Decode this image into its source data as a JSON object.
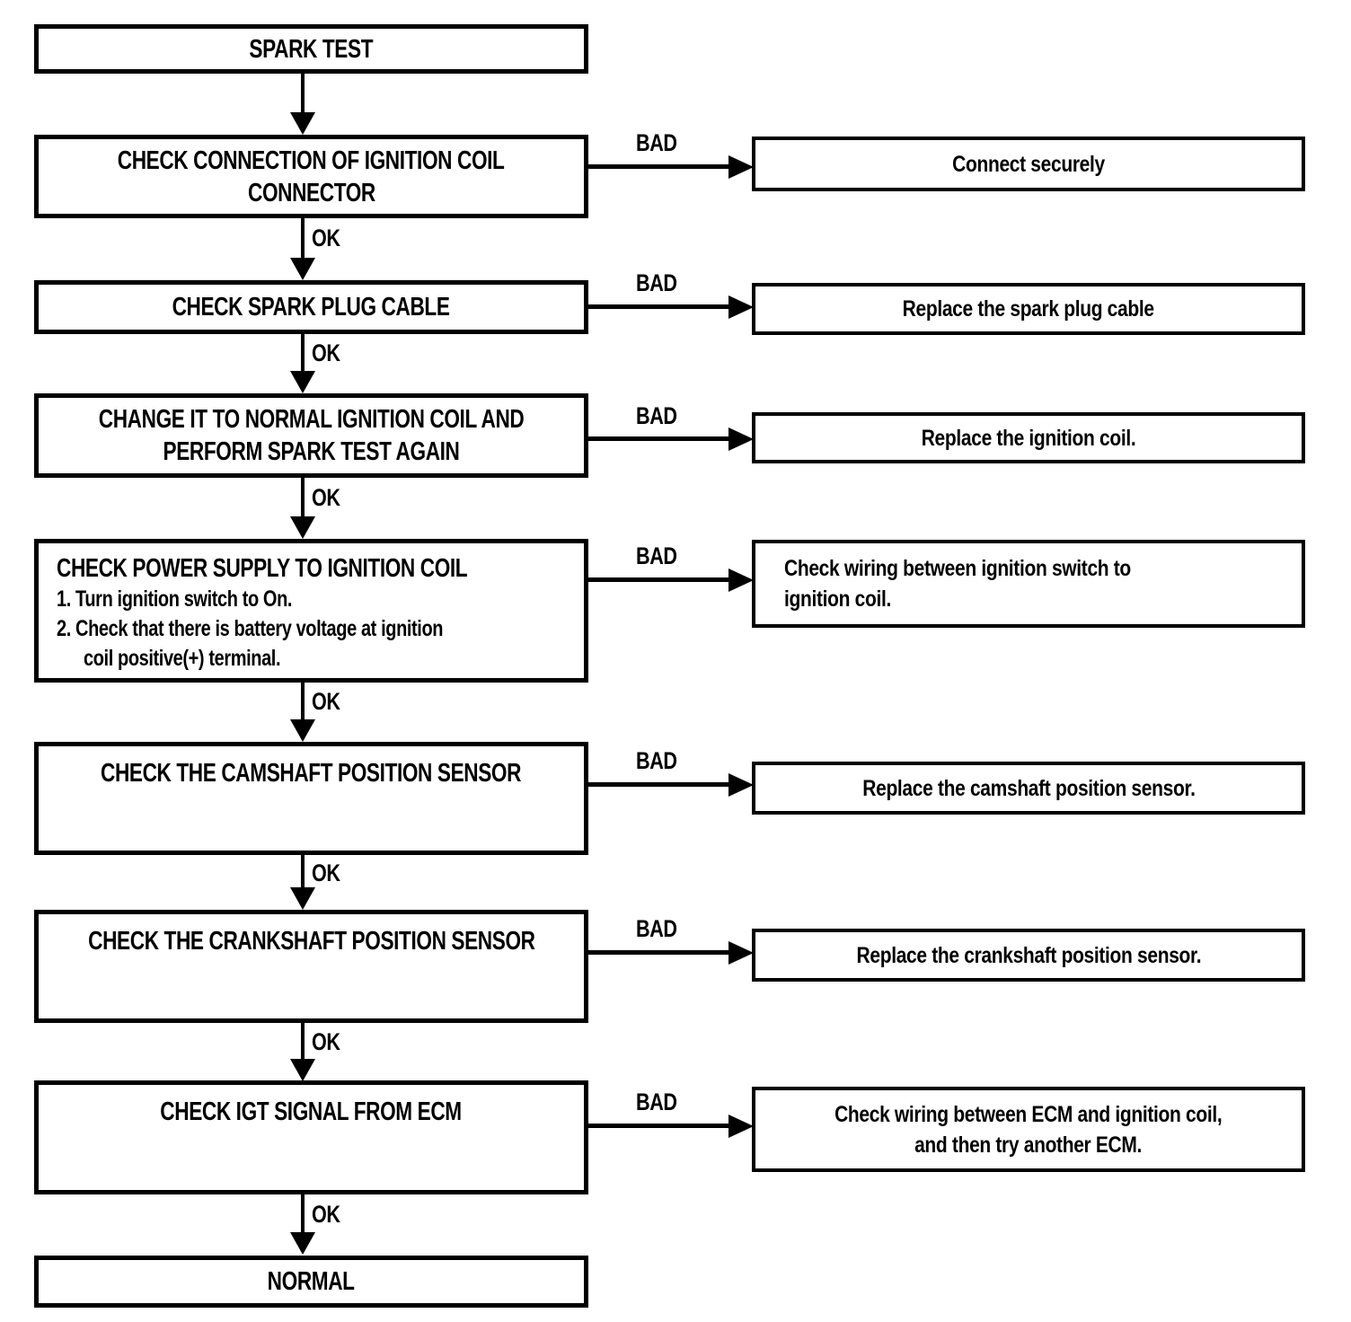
{
  "flowchart": {
    "labels": {
      "ok": "OK",
      "bad": "BAD"
    },
    "nodes": [
      {
        "name": "spark-test",
        "lines": [
          "SPARK TEST"
        ]
      },
      {
        "name": "check-connection",
        "lines": [
          "CHECK CONNECTION OF IGNITION COIL",
          "CONNECTOR"
        ]
      },
      {
        "name": "check-spark-plug-cable",
        "lines": [
          "CHECK SPARK PLUG CABLE"
        ]
      },
      {
        "name": "change-ignition-coil",
        "lines": [
          "CHANGE IT TO NORMAL IGNITION COIL AND",
          "PERFORM SPARK TEST AGAIN"
        ]
      },
      {
        "name": "check-power-supply",
        "lines": [
          "CHECK POWER SUPPLY TO IGNITION COIL",
          "1. Turn ignition switch to On.",
          "2. Check that there is battery voltage at ignition",
          "coil positive(+) terminal."
        ]
      },
      {
        "name": "check-camshaft-sensor",
        "lines": [
          "CHECK THE CAMSHAFT POSITION SENSOR"
        ]
      },
      {
        "name": "check-crankshaft-sensor",
        "lines": [
          "CHECK THE CRANKSHAFT POSITION SENSOR"
        ]
      },
      {
        "name": "check-igt-signal",
        "lines": [
          "CHECK IGT SIGNAL FROM ECM"
        ]
      },
      {
        "name": "normal",
        "lines": [
          "NORMAL"
        ]
      }
    ],
    "actions": [
      {
        "name": "connect-securely",
        "lines": [
          "Connect securely"
        ]
      },
      {
        "name": "replace-spark-plug-cable",
        "lines": [
          "Replace the spark plug cable"
        ]
      },
      {
        "name": "replace-ignition-coil",
        "lines": [
          "Replace the ignition coil."
        ]
      },
      {
        "name": "check-wiring-ignition-switch",
        "lines": [
          "Check wiring between ignition switch to",
          "ignition coil."
        ]
      },
      {
        "name": "replace-camshaft-sensor",
        "lines": [
          "Replace the camshaft position sensor."
        ]
      },
      {
        "name": "replace-crankshaft-sensor",
        "lines": [
          "Replace the crankshaft position sensor."
        ]
      },
      {
        "name": "check-wiring-ecm",
        "lines": [
          "Check wiring between ECM and ignition coil,",
          "and then try another ECM."
        ]
      }
    ]
  }
}
